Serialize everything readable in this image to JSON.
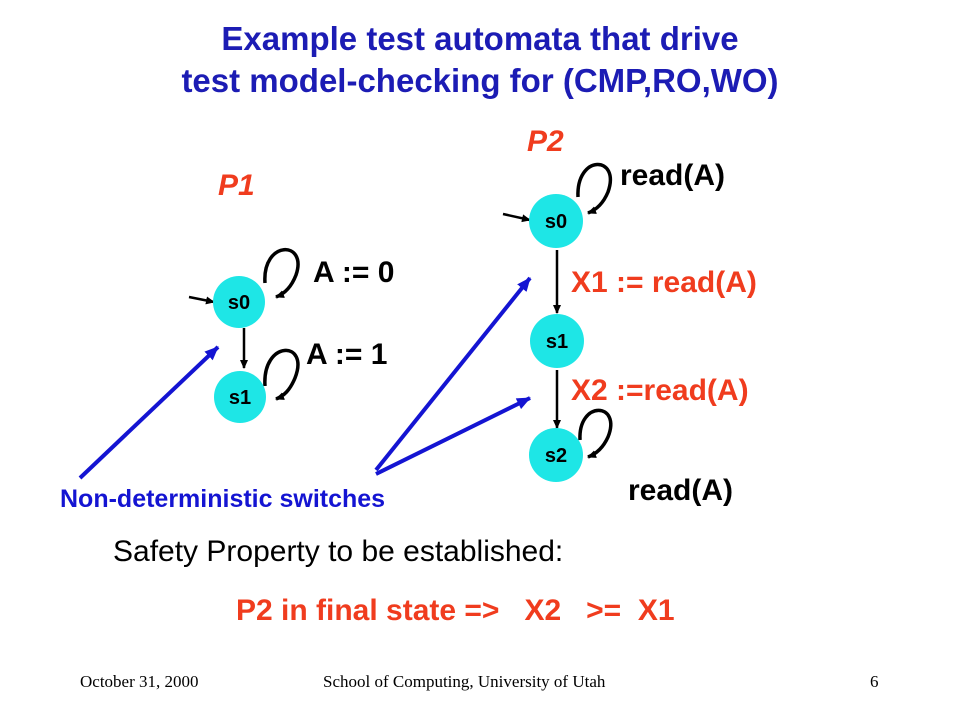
{
  "title": {
    "line1": "Example test automata that drive",
    "line2": "test model-checking for (CMP,RO,WO)"
  },
  "p1": {
    "label": "P1",
    "states": [
      "s0",
      "s1"
    ],
    "loop_s0": "A := 0",
    "loop_s1": "A := 1"
  },
  "p2": {
    "label": "P2",
    "states": [
      "s0",
      "s1",
      "s2"
    ],
    "loop_s0": "read(A)",
    "edge_s0_s1": "X1 := read(A)",
    "edge_s1_s2": "X2 :=read(A)",
    "loop_s2": "read(A)"
  },
  "switches_label": "Non-deterministic switches",
  "safety_heading": "Safety Property to be established:",
  "property": "P2 in final state =>   X2   >=  X1",
  "footer": {
    "date": "October 31, 2000",
    "org": "School of Computing, University of Utah",
    "page": "6"
  },
  "colors": {
    "title": "#1c1cb4",
    "accent_red": "#f03c1e",
    "node_fill": "#1ee6e6",
    "switch_blue": "#1414d2"
  }
}
